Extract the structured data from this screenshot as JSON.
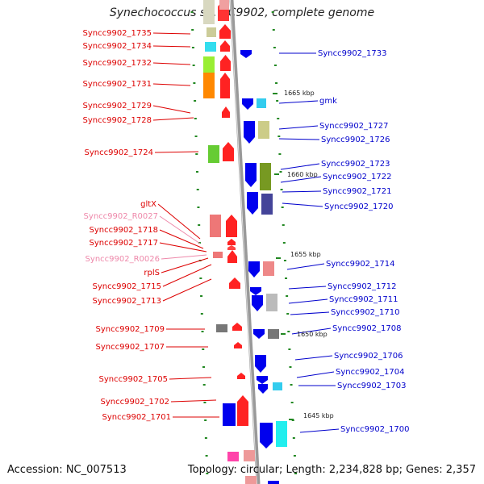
{
  "title": "Synechococcus sp. CC9902, complete genome",
  "footer": {
    "accession": "Accession: NC_007513",
    "summary": "Topology: circular; Length: 2,234,828 bp; Genes: 2,357"
  },
  "colors": {
    "left_label": "#dd0000",
    "left_rna_label": "#ee88aa",
    "right_label": "#0000cc",
    "backbone": "#999999",
    "tick": "#228822"
  },
  "scale_labels": [
    "1665 kbp",
    "1660 kbp",
    "1655 kbp",
    "1650 kbp",
    "1645 kbp"
  ],
  "left_genes": [
    {
      "name": "Syncc9902_1735",
      "kind": "gene"
    },
    {
      "name": "Syncc9902_1734",
      "kind": "gene"
    },
    {
      "name": "Syncc9902_1732",
      "kind": "gene"
    },
    {
      "name": "Syncc9902_1731",
      "kind": "gene"
    },
    {
      "name": "Syncc9902_1729",
      "kind": "gene"
    },
    {
      "name": "Syncc9902_1728",
      "kind": "gene"
    },
    {
      "name": "Syncc9902_1724",
      "kind": "gene"
    },
    {
      "name": "gltX",
      "kind": "gene"
    },
    {
      "name": "Syncc9902_R0027",
      "kind": "rna"
    },
    {
      "name": "Syncc9902_1718",
      "kind": "gene"
    },
    {
      "name": "Syncc9902_1717",
      "kind": "gene"
    },
    {
      "name": "Syncc9902_R0026",
      "kind": "rna"
    },
    {
      "name": "rplS",
      "kind": "gene"
    },
    {
      "name": "Syncc9902_1715",
      "kind": "gene"
    },
    {
      "name": "Syncc9902_1713",
      "kind": "gene"
    },
    {
      "name": "Syncc9902_1709",
      "kind": "gene"
    },
    {
      "name": "Syncc9902_1707",
      "kind": "gene"
    },
    {
      "name": "Syncc9902_1705",
      "kind": "gene"
    },
    {
      "name": "Syncc9902_1702",
      "kind": "gene"
    },
    {
      "name": "Syncc9902_1701",
      "kind": "gene"
    }
  ],
  "right_genes": [
    {
      "name": "Syncc9902_1733"
    },
    {
      "name": "gmk"
    },
    {
      "name": "Syncc9902_1727"
    },
    {
      "name": "Syncc9902_1726"
    },
    {
      "name": "Syncc9902_1723"
    },
    {
      "name": "Syncc9902_1722"
    },
    {
      "name": "Syncc9902_1721"
    },
    {
      "name": "Syncc9902_1720"
    },
    {
      "name": "Syncc9902_1714"
    },
    {
      "name": "Syncc9902_1712"
    },
    {
      "name": "Syncc9902_1711"
    },
    {
      "name": "Syncc9902_1710"
    },
    {
      "name": "Syncc9902_1708"
    },
    {
      "name": "Syncc9902_1706"
    },
    {
      "name": "Syncc9902_1704"
    },
    {
      "name": "Syncc9902_1703"
    },
    {
      "name": "Syncc9902_1700"
    }
  ]
}
